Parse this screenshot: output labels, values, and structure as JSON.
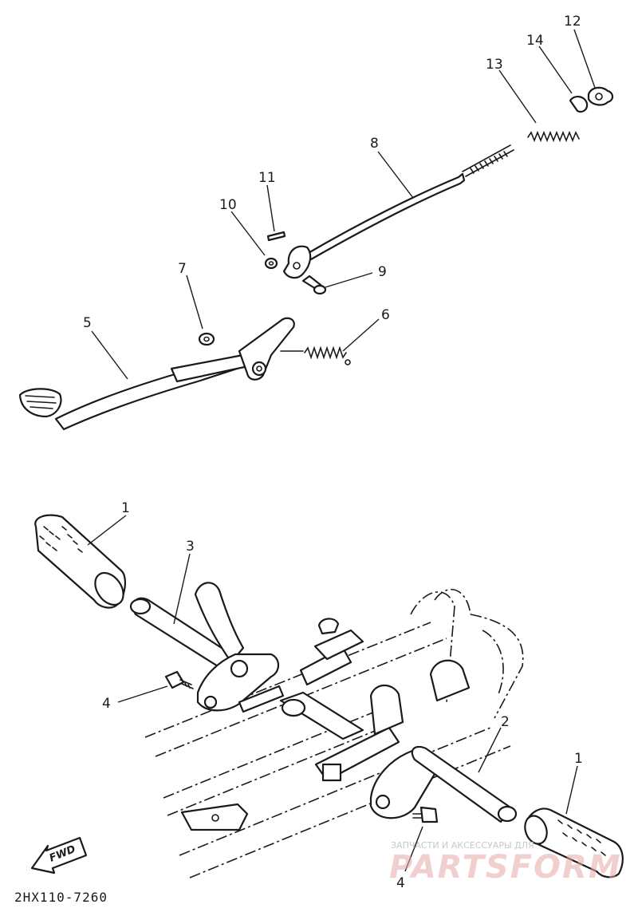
{
  "callouts": {
    "c1a": "1",
    "c1b": "1",
    "c2": "2",
    "c3": "3",
    "c4a": "4",
    "c4b": "4",
    "c5": "5",
    "c6": "6",
    "c7": "7",
    "c8": "8",
    "c9": "9",
    "c10": "10",
    "c11": "11",
    "c12": "12",
    "c13": "13",
    "c14": "14"
  },
  "direction_label": "FWD",
  "drawing_code": "2HX110-7260",
  "watermark": {
    "tagline": "ЗАПЧАСТИ И АКСЕССУАРЫ ДЛЯ",
    "brand": "PARTSFORM"
  }
}
